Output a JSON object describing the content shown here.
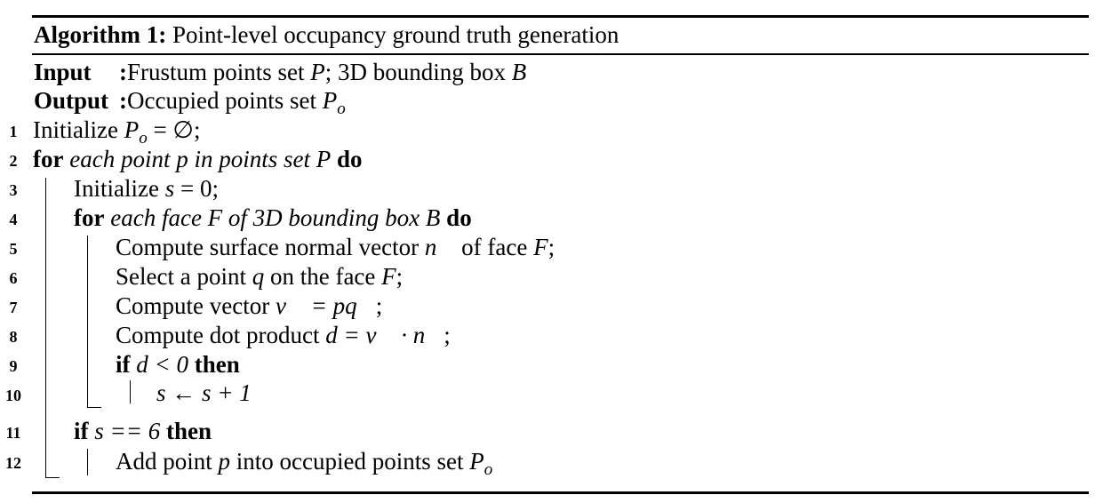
{
  "header": {
    "label": "Algorithm 1:",
    "title": "Point-level occupancy ground truth generation"
  },
  "io": {
    "input_label": "Input",
    "input_text_1": "Frustum points set ",
    "input_var_1": "P",
    "input_text_2": "; 3D bounding box ",
    "input_var_2": "B",
    "output_label": "Output",
    "output_text": "Occupied points set ",
    "output_var": "P",
    "output_sub": "o"
  },
  "lines": [
    {
      "num": "1"
    },
    {
      "num": "2"
    },
    {
      "num": "3"
    },
    {
      "num": "4"
    },
    {
      "num": "5"
    },
    {
      "num": "6"
    },
    {
      "num": "7"
    },
    {
      "num": "8"
    },
    {
      "num": "9"
    },
    {
      "num": "10"
    },
    {
      "num": "11"
    },
    {
      "num": "12"
    }
  ],
  "code": {
    "l1_text": "Initialize ",
    "l1_math": "P",
    "l1_sub": "o",
    "l1_rest": " = ∅;",
    "l2_kw": "for",
    "l2_text": " each point ",
    "l2_var": "p",
    "l2_text2": " in points set ",
    "l2_var2": "P",
    "l2_kw2": " do",
    "l3_text": "Initialize ",
    "l3_math": "s",
    "l3_rest": " = 0;",
    "l4_kw": "for",
    "l4_text": " each face ",
    "l4_var": "F",
    "l4_text2": " of 3D bounding box ",
    "l4_var2": "B",
    "l4_kw2": " do",
    "l5_text": "Compute surface normal vector ",
    "l5_math": "n⃗",
    "l5_text2": " of face ",
    "l5_var": "F",
    "l5_rest": ";",
    "l6_text": "Select a point ",
    "l6_var": "q",
    "l6_text2": " on the face ",
    "l6_var2": "F",
    "l6_rest": ";",
    "l7_text": "Compute vector ",
    "l7_math": "v⃗ = pq⃗",
    "l7_rest": ";",
    "l8_text": "Compute dot product ",
    "l8_math": "d = v⃗ · n⃗",
    "l8_rest": ";",
    "l9_kw": "if",
    "l9_math": " d < 0",
    "l9_kw2": " then",
    "l10_math": "s ← s + 1",
    "l11_kw": "if",
    "l11_math": " s == 6",
    "l11_kw2": " then",
    "l12_text": "Add point ",
    "l12_var": "p",
    "l12_text2": " into occupied points set ",
    "l12_math": "P",
    "l12_sub": "o"
  }
}
